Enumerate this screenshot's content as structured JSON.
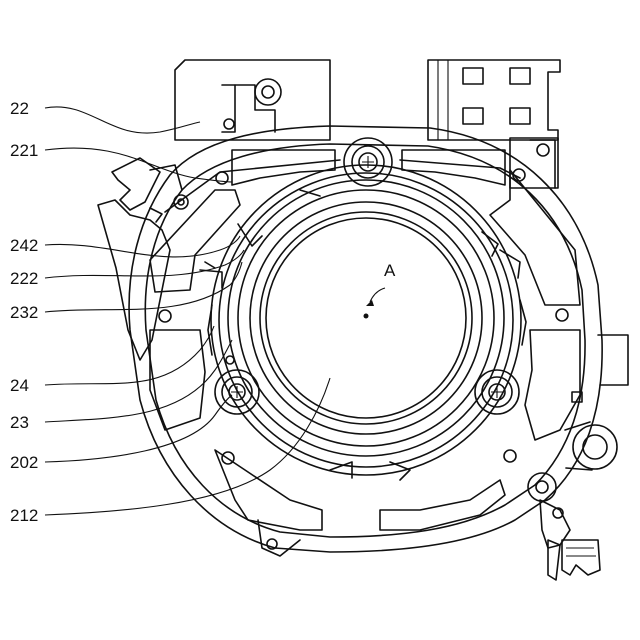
{
  "labels": {
    "l22": "22",
    "l221": "221",
    "l242": "242",
    "l222": "222",
    "l232": "232",
    "l24": "24",
    "l23": "23",
    "l202": "202",
    "l212": "212",
    "pointA": "A"
  }
}
